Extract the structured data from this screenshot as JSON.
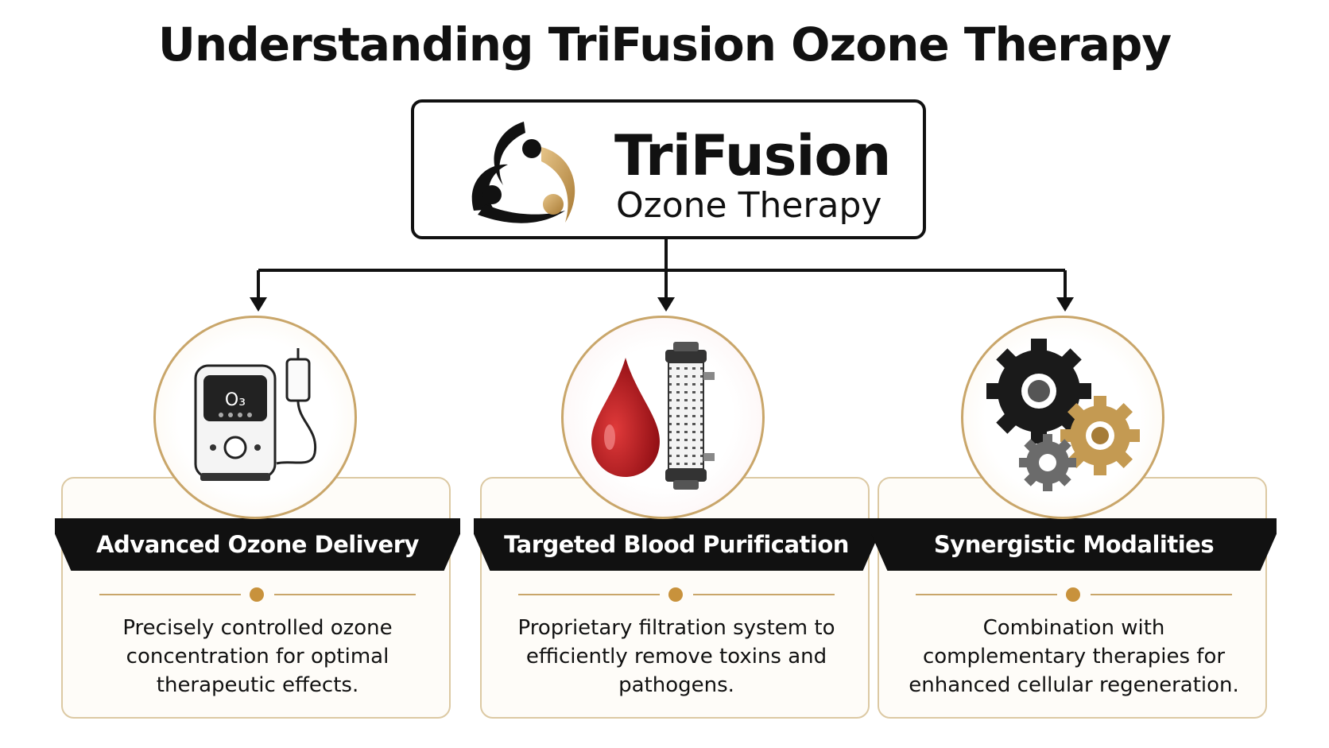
{
  "title": "Understanding TriFusion Ozone Therapy",
  "brand": {
    "name": "TriFusion",
    "subtitle": "Ozone Therapy"
  },
  "colors": {
    "accent_gold": "#c8923c",
    "dark": "#111111",
    "blood_red": "#b3121b",
    "card_border": "#dcc9a3"
  },
  "cards": [
    {
      "icon": "ozone-machine-icon",
      "icon_label": "O₃",
      "heading": "Advanced Ozone Delivery",
      "description": "Precisely controlled ozone concentration for optimal therapeutic effects."
    },
    {
      "icon": "blood-filter-icon",
      "heading": "Targeted Blood Purification",
      "description": "Proprietary filtration system to efficiently remove toxins and pathogens."
    },
    {
      "icon": "gears-icon",
      "heading": "Synergistic Modalities",
      "description": "Combination with complementary therapies for enhanced cellular regeneration."
    }
  ]
}
